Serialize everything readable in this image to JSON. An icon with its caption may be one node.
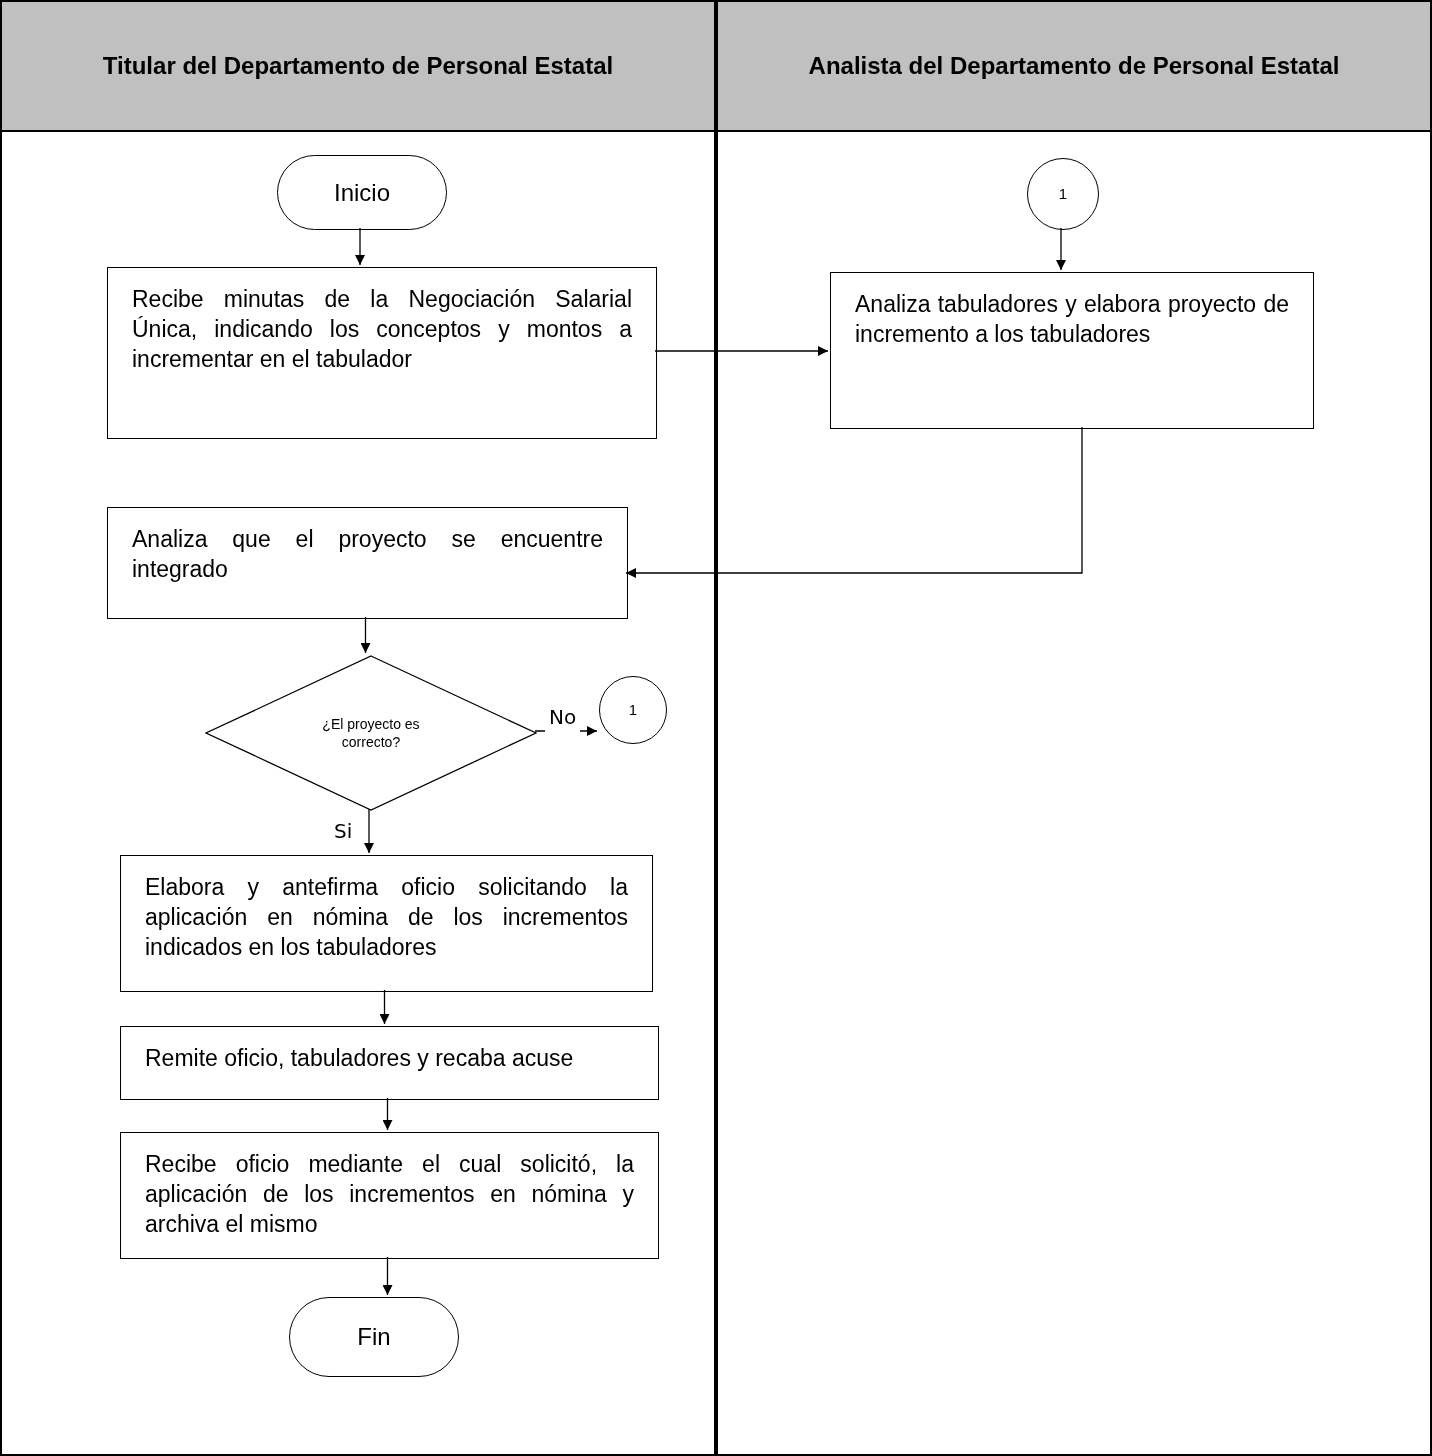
{
  "diagram": {
    "nodes": [
      {
        "text": [
          "Titular del Departamento de Personal Estatal"
        ]
      },
      {
        "text": [
          "Analista del Departamento de Personal Estatal"
        ]
      },
      {
        "text": [
          "Inicio"
        ],
        "in": 0
      },
      {
        "text": [
          "Recibe minutas de la Negociación Salarial Única, indicando los conceptos y montos a incrementar en el tabulador"
        ],
        "in": 0
      },
      {
        "text": [
          "1"
        ],
        "in": 1
      },
      {
        "text": [
          "Analiza tabuladores y elabora proyecto de incremento a los tabuladores"
        ],
        "in": 1
      },
      {
        "text": [
          "Analiza que el proyecto se encuentre integrado"
        ],
        "in": 0
      },
      {
        "text": [
          "¿El proyecto es correcto?"
        ],
        "in": 0
      },
      {
        "text": [
          "1"
        ],
        "in": 0
      },
      {
        "text": [
          "Elabora y antefirma oficio solicitando la aplicación en nómina de los incrementos indicados en los tabuladores"
        ],
        "in": 0
      },
      {
        "text": [
          "Remite oficio, tabuladores y recaba acuse"
        ],
        "in": 0
      },
      {
        "text": [
          "Recibe oficio mediante el cual solicitó, la aplicación de los incrementos en nómina y archiva el mismo"
        ],
        "in": 0
      },
      {
        "text": [
          "Fin"
        ],
        "in": 0
      }
    ],
    "edges": [
      {
        "from": 2,
        "to": 3,
        "arrow": "to"
      },
      {
        "from": 3,
        "to": 5,
        "arrow": "to"
      },
      {
        "from": 4,
        "to": 5,
        "arrow": "to"
      },
      {
        "from": 5,
        "to": 6,
        "arrow": "to"
      },
      {
        "from": 6,
        "to": 7,
        "arrow": "to"
      },
      {
        "from": 7,
        "to": 8,
        "arrow": "to",
        "label": "No"
      },
      {
        "from": 7,
        "to": 9,
        "arrow": "to",
        "label": "Si"
      },
      {
        "from": 9,
        "to": 10,
        "arrow": "to"
      },
      {
        "from": 10,
        "to": 11,
        "arrow": "to"
      },
      {
        "from": 11,
        "to": 12,
        "arrow": "to"
      }
    ]
  }
}
